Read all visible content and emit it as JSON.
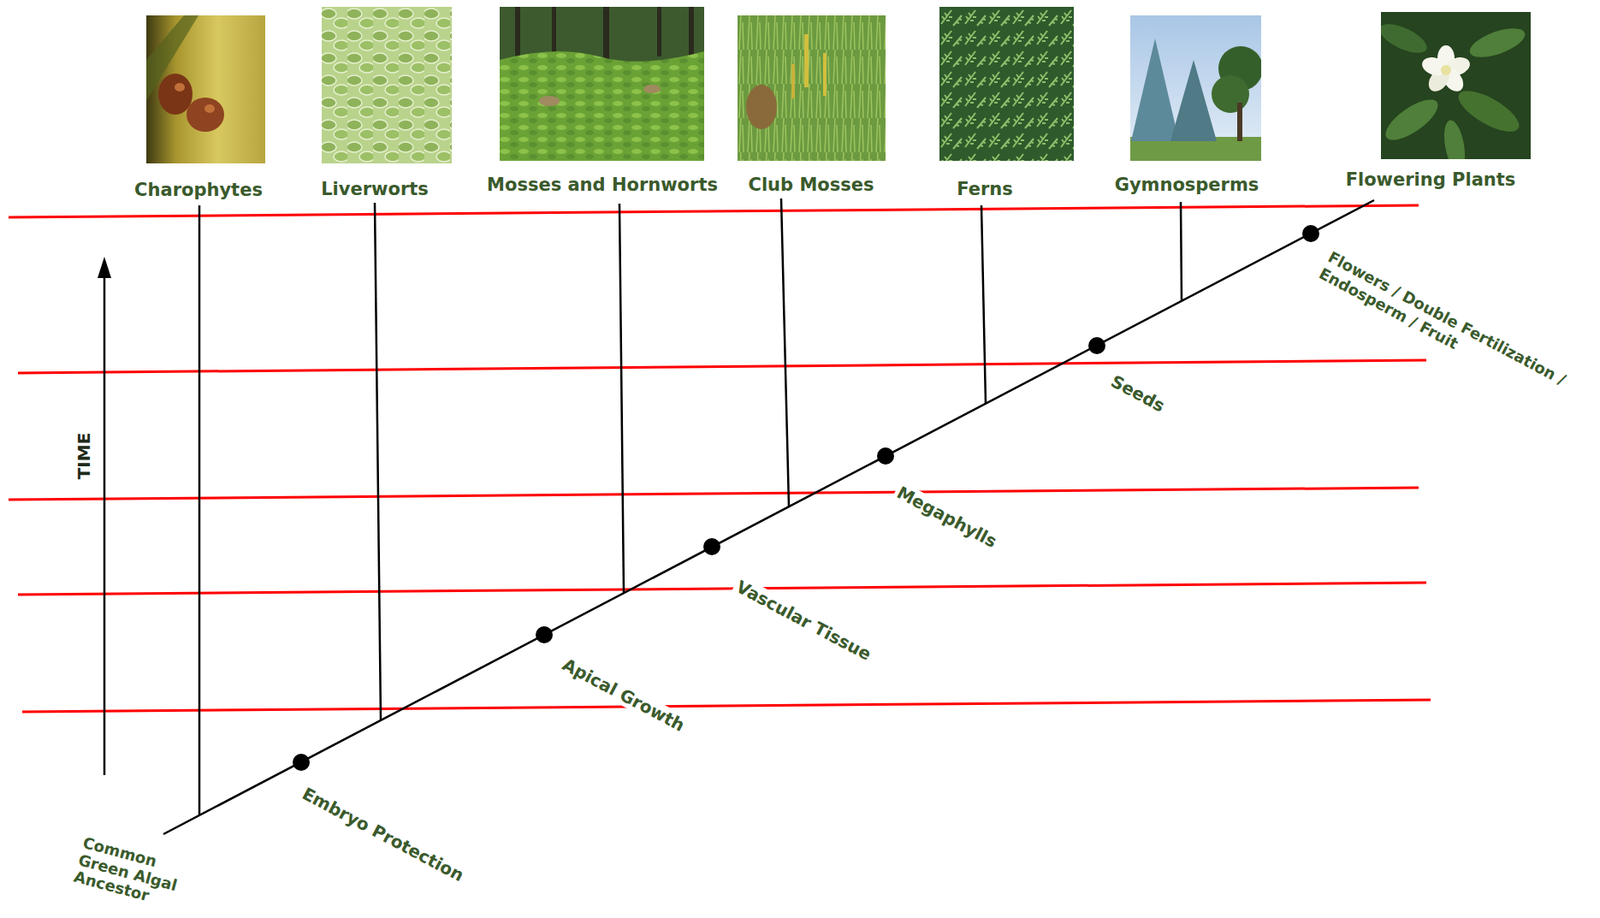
{
  "diagram": {
    "labels": [
      "Charophytes",
      "Liverworts",
      "Mosses and Hornworts",
      "Club Mosses",
      "Ferns",
      "Gymnosperms",
      "Flowering Plants",
      "TIME",
      "Embryo Protection",
      "Apical Growth",
      "Vascular Tissue",
      "Megaphylls",
      "Seeds",
      "Flowers / Double Fertilization / Endosperm / Fruit",
      "Common Green Algal Ancestor"
    ]
  }
}
